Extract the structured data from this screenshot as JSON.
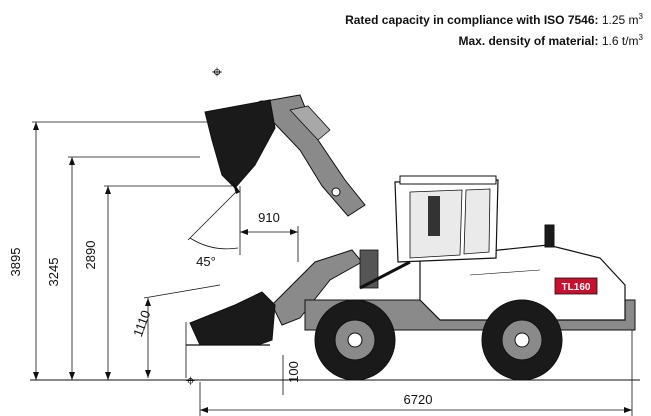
{
  "specs": {
    "rated_capacity": {
      "label": "Rated capacity in compliance with ISO 7546:",
      "value": "1.25 m",
      "unit_sup": "3"
    },
    "max_density": {
      "label": "Max. density of material:",
      "value": "1.6 t/m",
      "unit_sup": "3"
    }
  },
  "dimensions": {
    "max_height": "3895",
    "pivot_height": "3245",
    "dump_clearance": "2890",
    "reach": "910",
    "dump_angle": "45°",
    "carry_height": "1110",
    "dig_depth": "100",
    "overall_length": "6720"
  },
  "machine": {
    "badge": "TL160"
  },
  "colors": {
    "body": "#ffffff",
    "frame": "#8a8a8a",
    "bucket": "#1a1a1a",
    "badge_bg": "#c8102e",
    "stroke": "#111111"
  }
}
